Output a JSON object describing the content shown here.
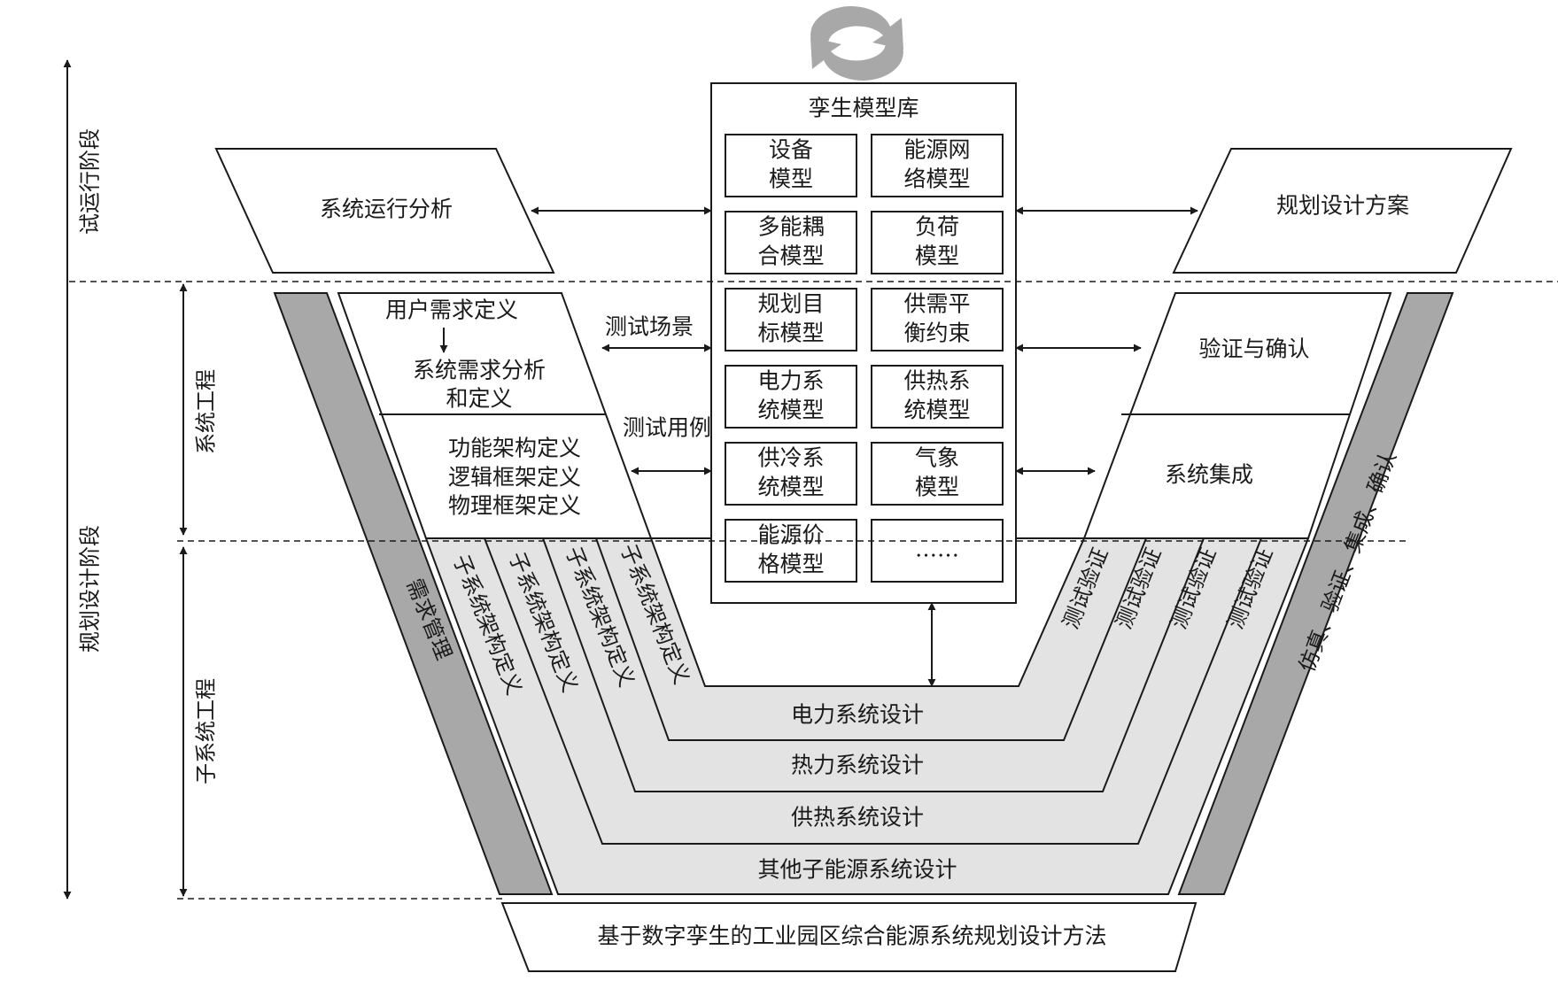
{
  "phases": {
    "trial_run": "试运行阶段",
    "planning": "规划设计阶段",
    "system_engineering": "系统工程",
    "subsystem_engineering": "子系统工程"
  },
  "top": {
    "system_operation_analysis": "系统运行分析",
    "planning_design_scheme": "规划设计方案"
  },
  "library": {
    "title": "孪生模型库",
    "models": [
      [
        "设备",
        "模型"
      ],
      [
        "能源网",
        "络模型"
      ],
      [
        "多能耦",
        "合模型"
      ],
      [
        "负荷",
        "模型"
      ],
      [
        "规划目",
        "标模型"
      ],
      [
        "供需平",
        "衡约束"
      ],
      [
        "电力系",
        "统模型"
      ],
      [
        "供热系",
        "统模型"
      ],
      [
        "供冷系",
        "统模型"
      ],
      [
        "气象",
        "模型"
      ],
      [
        "能源价",
        "格模型"
      ],
      [
        "……"
      ]
    ]
  },
  "left": {
    "user_requirements": "用户需求定义",
    "system_requirements": [
      "系统需求分析",
      "和定义"
    ],
    "architecture": [
      "功能架构定义",
      "逻辑框架定义",
      "物理框架定义"
    ],
    "test_scenario": "测试场景",
    "test_case": "测试用例",
    "requirement_management": "需求管理",
    "subsystem_architecture": [
      "子系统架构定义",
      "子系统架构定义",
      "子系统架构定义",
      "子系统架构定义"
    ]
  },
  "right": {
    "verification_validation": "验证与确认",
    "system_integration": "系统集成",
    "test_verification": [
      "测试验证",
      "测试验证",
      "测试验证",
      "测试验证"
    ],
    "simulation_verification": "仿真、验证、集成、确认"
  },
  "bottom": {
    "designs": [
      "电力系统设计",
      "热力系统设计",
      "供热系统设计",
      "其他子能源系统设计"
    ],
    "method": "基于数字孪生的工业园区综合能源系统规划设计方法"
  },
  "icons": {
    "cycle": "refresh-cycle-icon"
  },
  "colors": {
    "dark_band": "#a8a8a8",
    "light_band": "#e3e3e3",
    "line": "#1a1a1a"
  }
}
